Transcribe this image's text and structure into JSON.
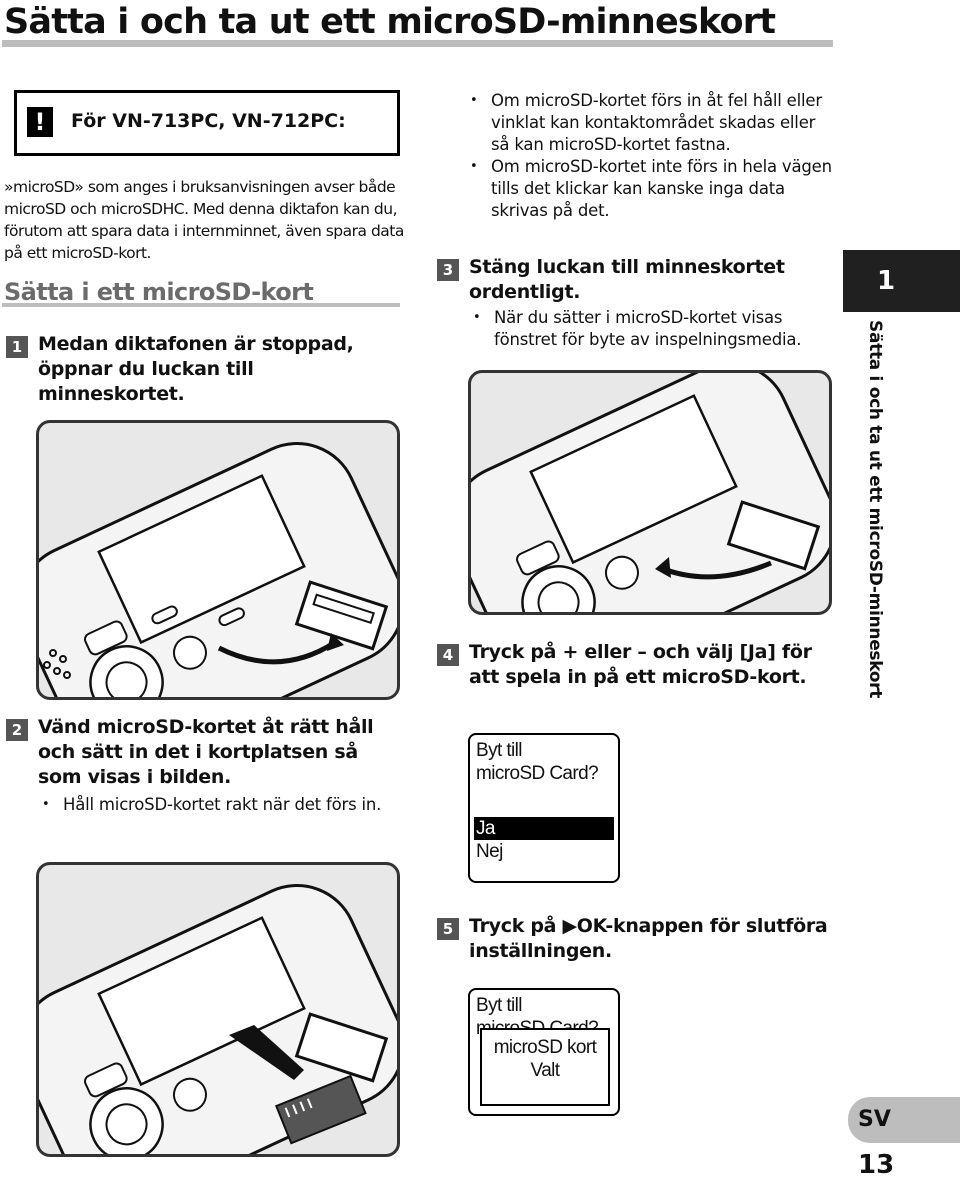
{
  "title": "Sätta i och ta ut ett microSD-minneskort",
  "note": {
    "icon": "exclamation-icon",
    "icon_glyph": "!",
    "title": "För VN-713PC, VN-712PC:"
  },
  "intro": "»microSD» som anges i bruksanvisningen avser både microSD och microSDHC. Med denna diktafon kan du, förutom att spara data i internminnet, även spara data på ett microSD-kort.",
  "section": {
    "title": "Sätta i ett microSD-kort"
  },
  "steps": [
    {
      "num": "1",
      "text": "Medan diktafonen är stoppad, öppnar du luckan till minneskortet."
    },
    {
      "num": "2",
      "text": "Vänd microSD-kortet åt rätt håll och sätt in det i kortplatsen så som visas i bilden.",
      "bullets": [
        "Håll microSD-kortet rakt när det förs in."
      ]
    },
    {
      "num": "3",
      "text": "Stäng luckan till minneskortet ordentligt.",
      "bullets": [
        "När du sätter i microSD-kortet visas fönstret för byte av inspelningsmedia."
      ]
    },
    {
      "num": "4",
      "text": "Tryck på + eller – och välj [Ja] för att spela in på ett microSD-kort."
    },
    {
      "num": "5",
      "text": "Tryck på ▶OK-knappen för slutföra inställningen."
    }
  ],
  "right_bullets": [
    "Om microSD-kortet förs in åt fel håll eller vinklat kan kontaktområdet skadas eller så kan microSD-kortet fastna.",
    "Om microSD-kortet inte förs in hela vägen tills det klickar kan kanske inga data skrivas på det."
  ],
  "screen1": {
    "line1": "Byt till",
    "line2": "microSD Card?",
    "option_selected": "Ja",
    "option_other": "Nej"
  },
  "screen2": {
    "line1": "Byt till",
    "line2": "microSD Card?",
    "popup_line1": "microSD kort",
    "popup_line2": "Valt"
  },
  "side": {
    "chapter": "1",
    "label": "Sätta i och ta ut ett microSD-minneskort"
  },
  "footer": {
    "lang": "SV",
    "page": "13"
  }
}
